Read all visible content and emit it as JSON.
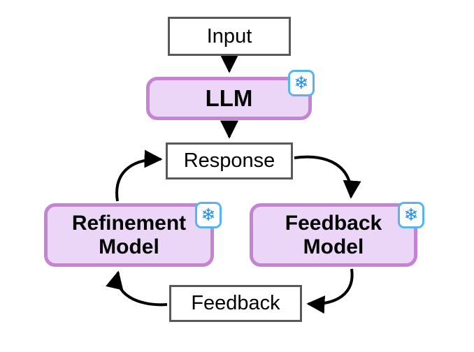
{
  "diagram": {
    "nodes": {
      "input": {
        "label": "Input"
      },
      "llm": {
        "label": "LLM",
        "frozen": true
      },
      "response": {
        "label": "Response"
      },
      "refinement_model": {
        "label": "Refinement Model",
        "frozen": true
      },
      "feedback_model": {
        "label": "Feedback Model",
        "frozen": true
      },
      "feedback": {
        "label": "Feedback"
      }
    },
    "edges": [
      {
        "from": "input",
        "to": "llm"
      },
      {
        "from": "llm",
        "to": "response"
      },
      {
        "from": "response",
        "to": "feedback_model"
      },
      {
        "from": "feedback_model",
        "to": "feedback"
      },
      {
        "from": "feedback",
        "to": "refinement_model"
      },
      {
        "from": "refinement_model",
        "to": "response"
      }
    ],
    "icons": {
      "snowflake": "❄"
    },
    "colors": {
      "model_fill": "#ecd6f8",
      "model_border": "#c584d3",
      "box_border": "#595959",
      "arrow": "#000000",
      "snowflake": "#1e8fe8",
      "snowflake_border": "#55b4f4"
    }
  }
}
